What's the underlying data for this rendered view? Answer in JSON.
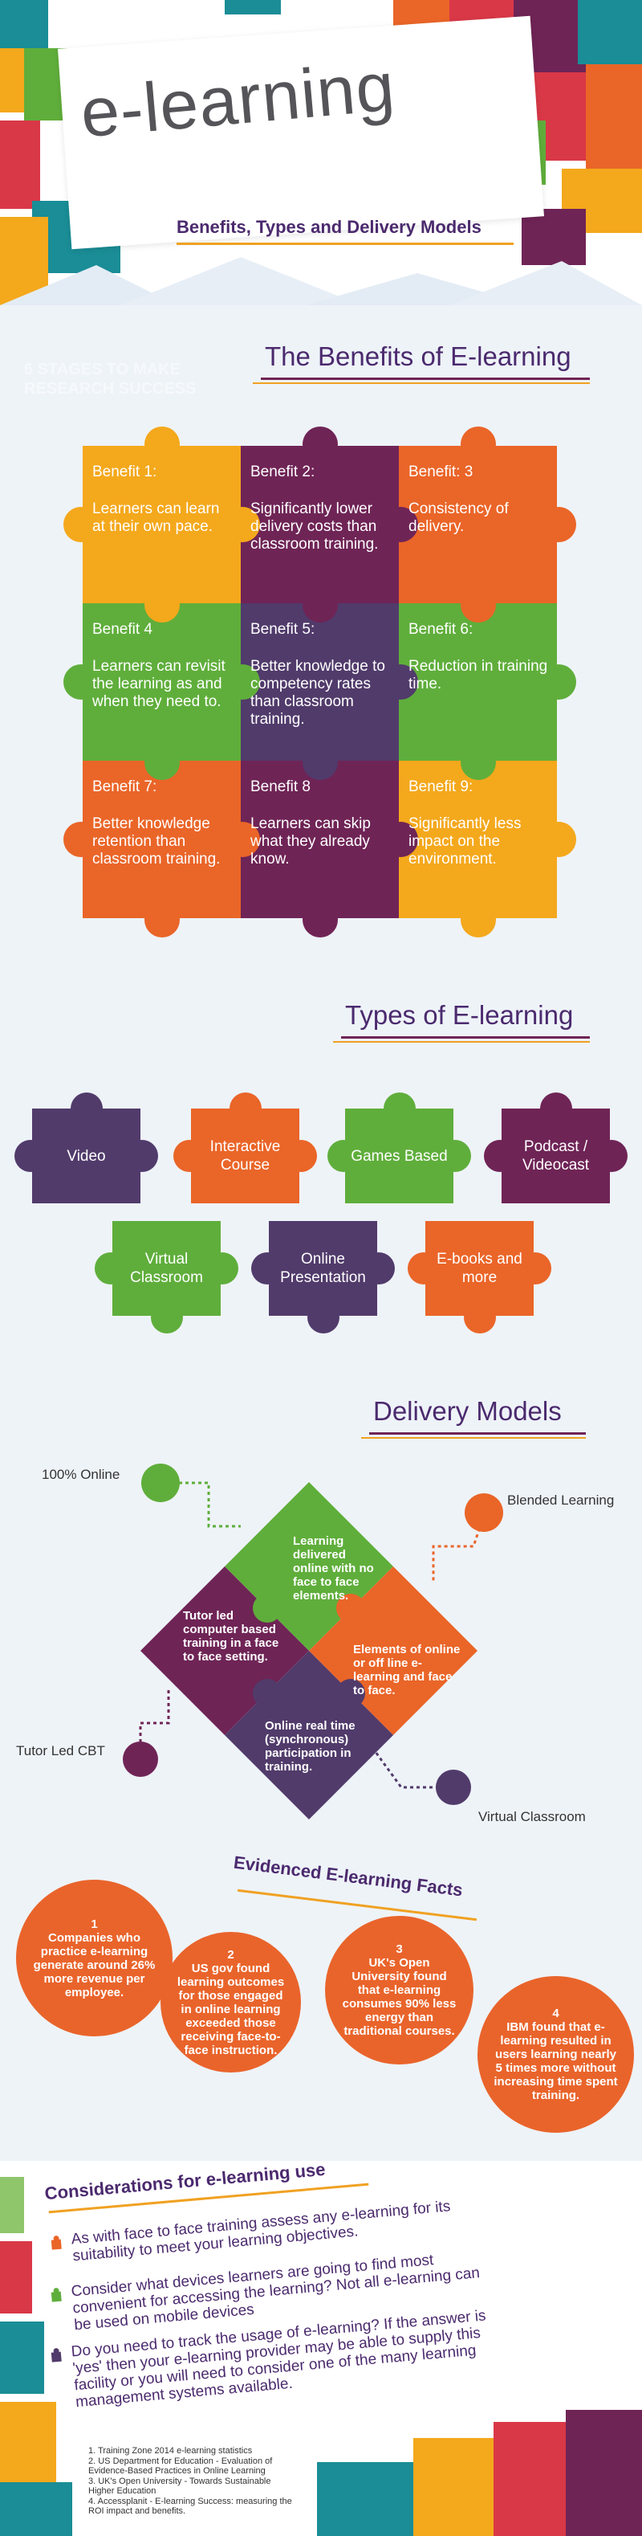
{
  "header": {
    "title": "e-learning",
    "subtitle": "Benefits, Types and Delivery Models"
  },
  "benefits": {
    "heading": "The Benefits of E-learning",
    "ghost_text": "6 STAGES TO MAKE RESEARCH SUCCESS",
    "items": [
      {
        "label": "Benefit 1:",
        "text": "Learners can learn at their own pace.",
        "color": "#f4a81c"
      },
      {
        "label": "Benefit 2:",
        "text": "Significantly lower delivery costs than classroom training.",
        "color": "#6f2456"
      },
      {
        "label": "Benefit: 3",
        "text": "Consistency of delivery.",
        "color": "#ea6528"
      },
      {
        "label": "Benefit 4",
        "text": "Learners can revisit the learning as and when they need to.",
        "color": "#5fae3b"
      },
      {
        "label": "Benefit 5:",
        "text": "Better knowledge to competency rates than classroom training.",
        "color": "#513b6b"
      },
      {
        "label": "Benefit 6:",
        "text": "Reduction in training time.",
        "color": "#5fae3b"
      },
      {
        "label": "Benefit 7:",
        "text": "Better knowledge retention than classroom training.",
        "color": "#ea6528"
      },
      {
        "label": "Benefit 8",
        "text": "Learners can skip what they already know.",
        "color": "#6f2456"
      },
      {
        "label": "Benefit 9:",
        "text": "Significantly less impact on the environment.",
        "color": "#f4a81c"
      }
    ]
  },
  "types": {
    "heading": "Types of E-learning",
    "items": [
      {
        "label": "Video",
        "color": "#513b6b"
      },
      {
        "label": "Interactive Course",
        "color": "#ea6528"
      },
      {
        "label": "Games Based",
        "color": "#5fae3b"
      },
      {
        "label": "Podcast / Videocast",
        "color": "#6f2456"
      },
      {
        "label": "Virtual Classroom",
        "color": "#5fae3b"
      },
      {
        "label": "Online Presentation",
        "color": "#513b6b"
      },
      {
        "label": "E-books and more",
        "color": "#ea6528"
      }
    ]
  },
  "delivery": {
    "heading": "Delivery Models",
    "labels": {
      "online": "100% Online",
      "blended": "Blended Learning",
      "tutor": "Tutor Led CBT",
      "virtual": "Virtual Classroom"
    },
    "descriptions": {
      "online": "Learning delivered online with no face to face elements.",
      "blended": "Elements of online or off line e-learning and face to face.",
      "tutor": "Tutor led computer based training in a face to face setting.",
      "virtual": "Online real time (synchronous) participation in training."
    }
  },
  "facts": {
    "heading": "Evidenced E-learning Facts",
    "items": [
      {
        "num": "1",
        "text": "Companies who practice e-learning generate around 26% more revenue per employee."
      },
      {
        "num": "2",
        "text": "US gov found learning outcomes for those engaged in online learning exceeded those receiving face-to-face instruction."
      },
      {
        "num": "3",
        "text": "UK's Open University found that e-learning consumes 90% less energy than traditional courses."
      },
      {
        "num": "4",
        "text": "IBM found that e-learning resulted in users learning nearly 5 times more without increasing time spent training."
      }
    ]
  },
  "considerations": {
    "heading": "Considerations for e-learning use",
    "items": [
      {
        "text": "As with face to face training assess any e-learning for its suitability to meet your learning objectives.",
        "color": "#ea6528"
      },
      {
        "text": "Consider what devices learners are going to find most convenient for accessing the learning? Not all e-learning can be used on mobile devices",
        "color": "#5fae3b"
      },
      {
        "text": "Do you need to track the usage of e-learning? If the answer is 'yes' then your e-learning provider may be able to supply this facility or you will need to consider one of the many learning management systems available.",
        "color": "#513b6b"
      }
    ]
  },
  "sources": [
    "1. Training Zone 2014 e-learning statistics",
    "2. US Department for Education - Evaluation of Evidence-Based Practices in Online Learning",
    "3. UK's Open University - Towards Sustainable Higher Education",
    "4. Accessplanit - E-learning Success: measuring the ROI impact and benefits."
  ],
  "colors": {
    "yellow": "#f4a81c",
    "purple": "#6f2456",
    "orange": "#ea6528",
    "green": "#5fae3b",
    "indigo": "#513b6b",
    "teal": "#1a8d96",
    "red": "#d93847",
    "heading": "#4b2a6e"
  }
}
